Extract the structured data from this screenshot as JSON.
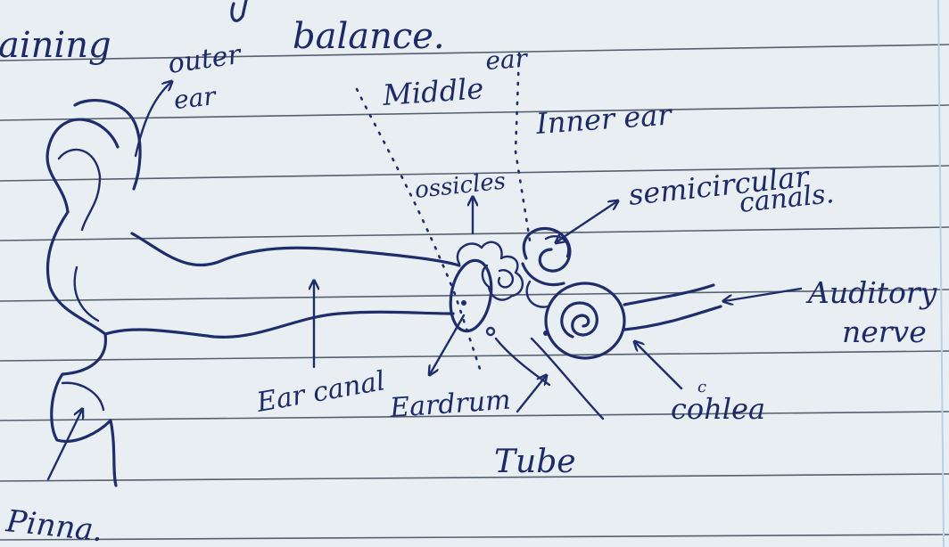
{
  "page": {
    "top_text_left": "aining",
    "top_text_right": "balance."
  },
  "labels": {
    "outer_ear_line1": "outer",
    "outer_ear_line2": "ear",
    "middle_ear_line1": "Middle",
    "middle_ear_line2": "ear",
    "inner_ear": "Inner ear",
    "ossicles": "ossicles",
    "semicircular_line1": "semicircular",
    "semicircular_line2": "canals.",
    "auditory_line1": "Auditory",
    "auditory_line2": "nerve",
    "ear_canal": "Ear canal",
    "eardrum": "Eardrum",
    "tube": "Tube",
    "cochlea": "cohlea",
    "cochlea_insert": "c",
    "pinna": "Pinna."
  },
  "colors": {
    "ink": "#1f2d6b",
    "paper": "#e9eef2",
    "rule": "#55606e",
    "margin": "#b7d0ea"
  }
}
